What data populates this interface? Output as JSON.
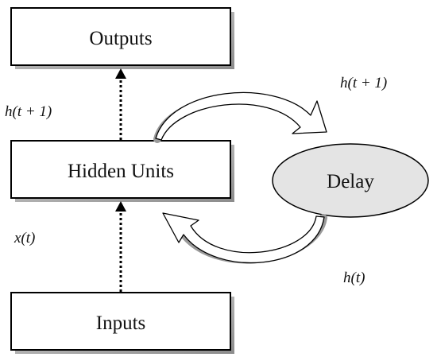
{
  "nodes": {
    "outputs": {
      "label": "Outputs"
    },
    "hidden": {
      "label": "Hidden Units"
    },
    "inputs": {
      "label": "Inputs"
    },
    "delay": {
      "label": "Delay"
    }
  },
  "edge_labels": {
    "h_next_left": "h(t + 1)",
    "h_next_right": "h(t + 1)",
    "x_t": "x(t)",
    "h_t": "h(t)"
  },
  "colors": {
    "box_fill": "#ffffff",
    "box_border": "#000000",
    "shadow": "#a8a8a8",
    "delay_fill": "#e4e4e4",
    "arrow_shadow": "#999999"
  }
}
